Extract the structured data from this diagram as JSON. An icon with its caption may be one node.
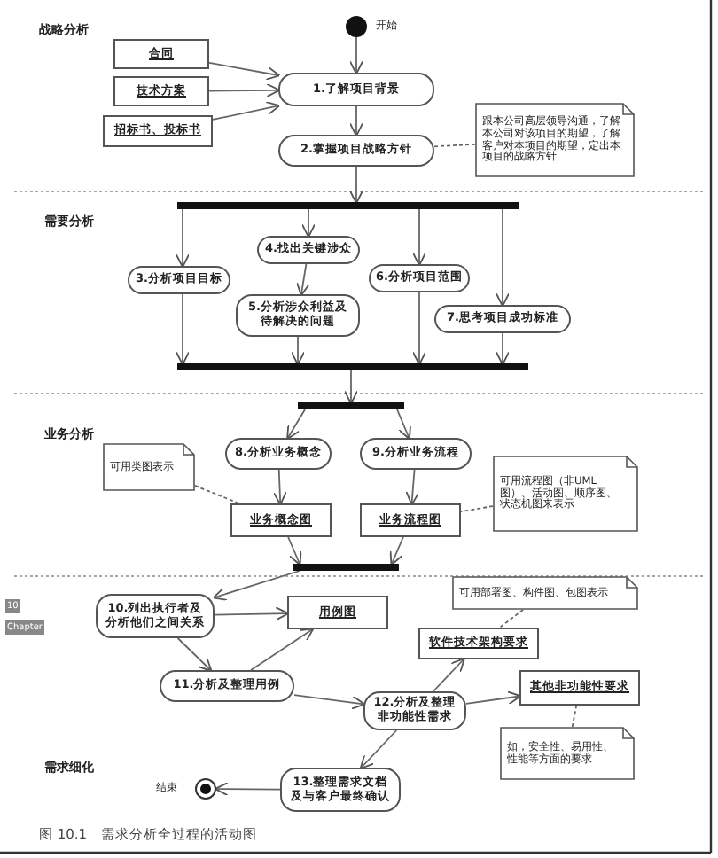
{
  "diagram": {
    "caption": "图 10.1　需求分析全过程的活动图",
    "nodes": [
      {
        "text": [],
        "shape": "circle",
        "beside": [
          "开始"
        ]
      },
      {
        "text": [
          "合同"
        ]
      },
      {
        "text": [
          "技术方案"
        ]
      },
      {
        "text": [
          "招标书、投标书"
        ]
      },
      {
        "text": [
          "1.了解项目背景"
        ]
      },
      {
        "text": [
          "跟本公司高层领导沟通，了解本公司对该项目的期望，了解客户对本项目的期望，定出本项目的战略方针"
        ]
      },
      {
        "text": [
          "2.掌握项目战略方针"
        ]
      },
      {
        "text": [],
        "shape": "bar"
      },
      {
        "text": [
          "4.找出关键涉众"
        ]
      },
      {
        "text": [
          "3.分析项目目标"
        ]
      },
      {
        "text": [
          "6.分析项目范围"
        ]
      },
      {
        "text": [
          "5.分析涉众利益及待解决的问题"
        ]
      },
      {
        "text": [
          "7.思考项目成功标准"
        ]
      },
      {
        "text": [],
        "shape": "bar"
      },
      {
        "text": [],
        "shape": "bar"
      },
      {
        "text": [
          "8.分析业务概念"
        ]
      },
      {
        "text": [
          "9.分析业务流程"
        ]
      },
      {
        "text": [
          "可用类图表示"
        ]
      },
      {
        "text": [
          "可用流程图（非UML图）、活动图、顺序图、状态机图来表示"
        ]
      },
      {
        "text": [
          "业务概念图"
        ]
      },
      {
        "text": [
          "业务流程图"
        ]
      },
      {
        "text": [],
        "shape": "bar"
      },
      {
        "text": [
          "可用部署图、构件图、包图表示"
        ]
      },
      {
        "text": [
          "10.列出执行者及分析他们之间关系"
        ]
      },
      {
        "text": [
          "用例图"
        ]
      },
      {
        "text": [
          "软件技术架构要求"
        ]
      },
      {
        "text": [
          "11.分析及整理用例"
        ]
      },
      {
        "text": [
          "其他非功能性要求"
        ]
      },
      {
        "text": [
          "12.分析及整理非功能性需求"
        ]
      },
      {
        "text": [
          "如，安全性、易用性、性能等方面的要求"
        ]
      },
      {
        "text": [
          "13.整理需求文档及与客户最终确认"
        ]
      },
      {
        "text": [],
        "shape": "circle",
        "beside": [
          "结束"
        ]
      }
    ],
    "edges": [
      {
        "from": 0,
        "to": 4,
        "arrow": "to"
      },
      {
        "from": 1,
        "to": 4,
        "arrow": "to"
      },
      {
        "from": 2,
        "to": 4,
        "arrow": "to"
      },
      {
        "from": 3,
        "to": 4,
        "arrow": "to"
      },
      {
        "from": 4,
        "to": 6,
        "arrow": "to"
      },
      {
        "from": 5,
        "to": 6,
        "arrow": "none",
        "style": "dashed"
      },
      {
        "from": 6,
        "to": 7,
        "arrow": "to"
      },
      {
        "from": 7,
        "to": 9,
        "arrow": "to"
      },
      {
        "from": 7,
        "to": 8,
        "arrow": "to"
      },
      {
        "from": 7,
        "to": 10,
        "arrow": "to"
      },
      {
        "from": 7,
        "to": 12,
        "arrow": "to"
      },
      {
        "from": 8,
        "to": 11,
        "arrow": "to"
      },
      {
        "from": 9,
        "to": 13,
        "arrow": "to"
      },
      {
        "from": 11,
        "to": 13,
        "arrow": "to"
      },
      {
        "from": 10,
        "to": 13,
        "arrow": "to"
      },
      {
        "from": 12,
        "to": 13,
        "arrow": "to"
      },
      {
        "from": 13,
        "to": 14,
        "arrow": "to"
      },
      {
        "from": 14,
        "to": 15,
        "arrow": "to"
      },
      {
        "from": 14,
        "to": 16,
        "arrow": "to"
      },
      {
        "from": 15,
        "to": 19,
        "arrow": "to"
      },
      {
        "from": 16,
        "to": 20,
        "arrow": "to"
      },
      {
        "from": 17,
        "to": 19,
        "arrow": "none",
        "style": "dashed"
      },
      {
        "from": 18,
        "to": 20,
        "arrow": "none",
        "style": "dashed"
      },
      {
        "from": 19,
        "to": 21,
        "arrow": "to"
      },
      {
        "from": 20,
        "to": 21,
        "arrow": "to"
      },
      {
        "from": 21,
        "to": 23,
        "arrow": "to"
      },
      {
        "from": 23,
        "to": 24,
        "arrow": "to"
      },
      {
        "from": 23,
        "to": 26,
        "arrow": "to"
      },
      {
        "from": 26,
        "to": 24,
        "arrow": "to"
      },
      {
        "from": 26,
        "to": 28,
        "arrow": "to"
      },
      {
        "from": 28,
        "to": 25,
        "arrow": "to"
      },
      {
        "from": 28,
        "to": 27,
        "arrow": "to"
      },
      {
        "from": 22,
        "to": 25,
        "arrow": "none",
        "style": "dashed"
      },
      {
        "from": 29,
        "to": 27,
        "arrow": "none",
        "style": "dashed"
      },
      {
        "from": 28,
        "to": 30,
        "arrow": "to"
      },
      {
        "from": 30,
        "to": 31,
        "arrow": "to"
      }
    ],
    "labels": [
      "战略分析",
      "需要分析",
      "业务分析",
      "需求细化",
      "10",
      "Chapter"
    ]
  }
}
